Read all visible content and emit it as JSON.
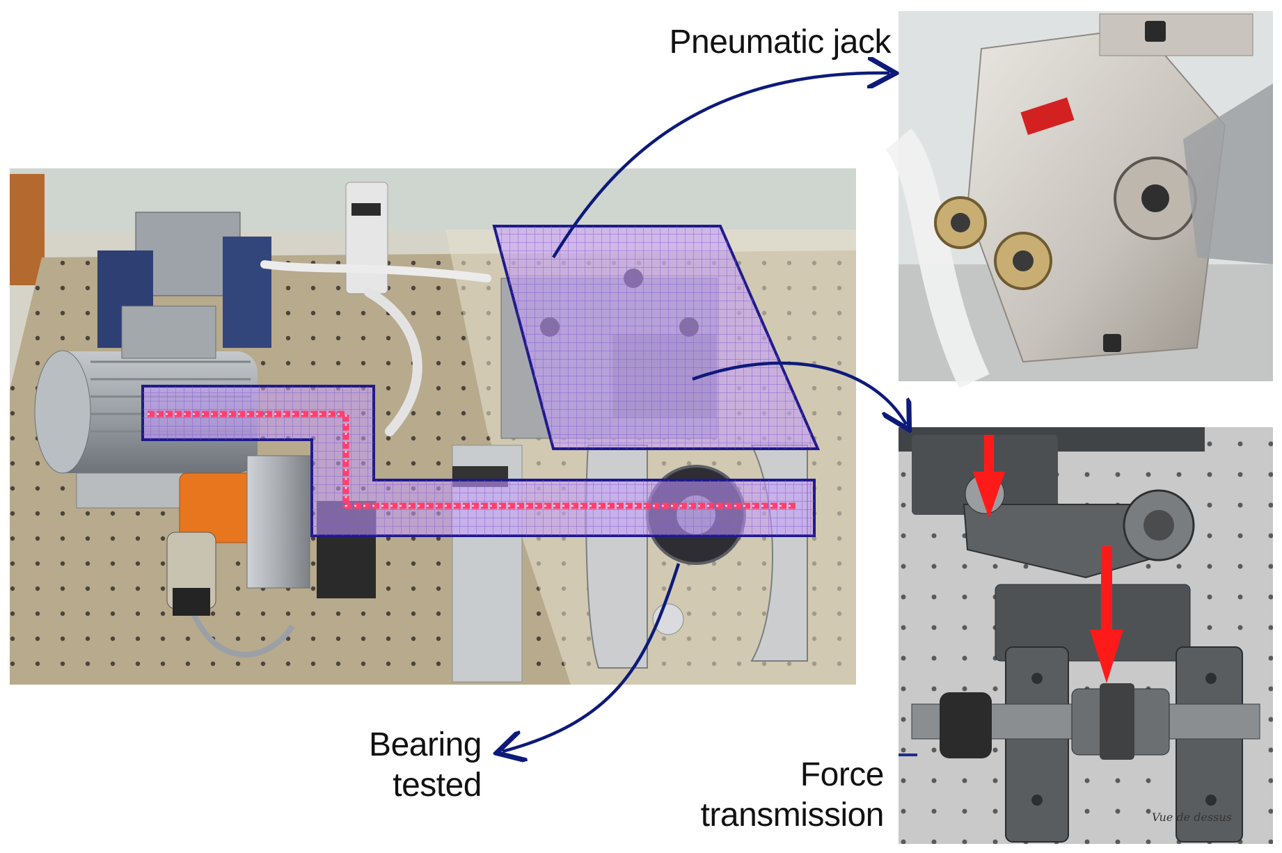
{
  "labels": {
    "pneumatic_jack": "Pneumatic jack",
    "bearing_tested_line1": "Bearing",
    "bearing_tested_line2": "tested",
    "force_transmission_line1": "Force",
    "force_transmission_line2": "transmission",
    "cad_watermark": "Vue de dessus"
  },
  "colors": {
    "arrow": "#0d1a7a",
    "overlay_fill": "#c39bff",
    "overlay_stroke": "#1f1a8a",
    "shaft_line": "#ff3f70",
    "force_arrow": "#ff1a1a"
  }
}
